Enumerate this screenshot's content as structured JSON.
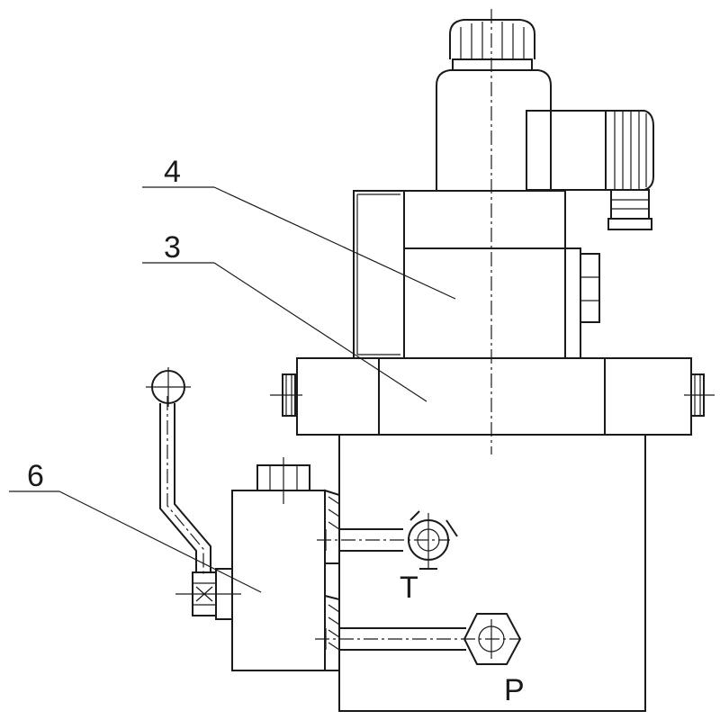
{
  "callouts": {
    "part4": "4",
    "part3": "3",
    "part6": "6"
  },
  "ports": {
    "tank": "T",
    "pressure": "P"
  },
  "line_color": "#1a1a1a",
  "background": "#ffffff"
}
